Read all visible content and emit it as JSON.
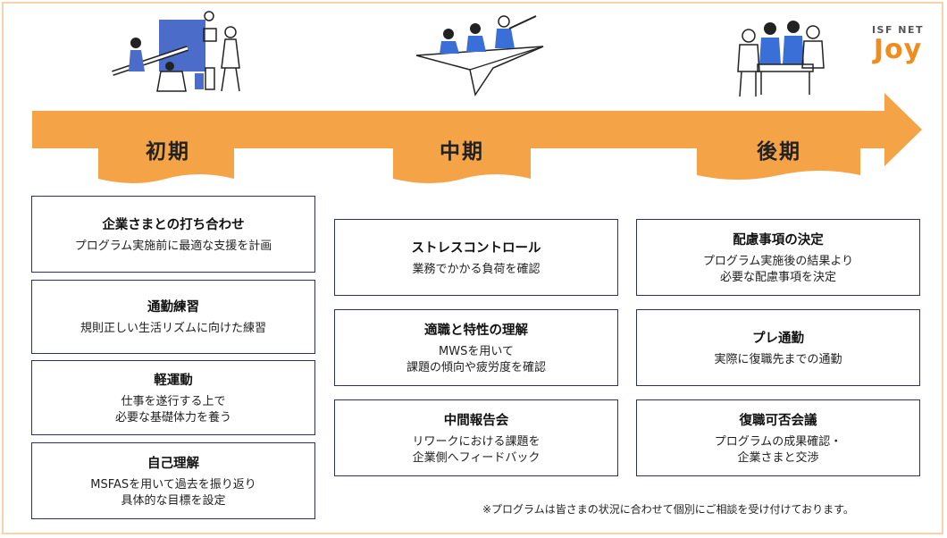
{
  "logo": {
    "small": "ISF NET",
    "big": "Joy"
  },
  "colors": {
    "arrow": "#f5a347",
    "border": "#2b2f6a",
    "accent": "#f08c1e"
  },
  "phases": [
    {
      "label": "初期"
    },
    {
      "label": "中期"
    },
    {
      "label": "後期"
    }
  ],
  "columns": [
    [
      {
        "title": "企業さまとの打ち合わせ",
        "desc": "プログラム実施前に最適な支援を計画"
      },
      {
        "title": "通勤練習",
        "desc": "規則正しい生活リズムに向けた練習"
      },
      {
        "title": "軽運動",
        "desc": "仕事を遂行する上で\n必要な基礎体力を養う"
      },
      {
        "title": "自己理解",
        "desc": "MSFASを用いて過去を振り返り\n具体的な目標を設定"
      }
    ],
    [
      {
        "title": "ストレスコントロール",
        "desc": "業務でかかる負荷を確認"
      },
      {
        "title": "適職と特性の理解",
        "desc": "MWSを用いて\n課題の傾向や疲労度を確認"
      },
      {
        "title": "中間報告会",
        "desc": "リワークにおける課題を\n企業側へフィードバック"
      }
    ],
    [
      {
        "title": "配慮事項の決定",
        "desc": "プログラム実施後の結果より\n必要な配慮事項を決定"
      },
      {
        "title": "プレ通勤",
        "desc": "実際に復職先までの通勤"
      },
      {
        "title": "復職可否会議",
        "desc": "プログラムの成果確認・\n企業さまと交渉"
      }
    ]
  ],
  "note": "※プログラムは皆さまの状況に合わせて個別にご相談を受け付けております。"
}
